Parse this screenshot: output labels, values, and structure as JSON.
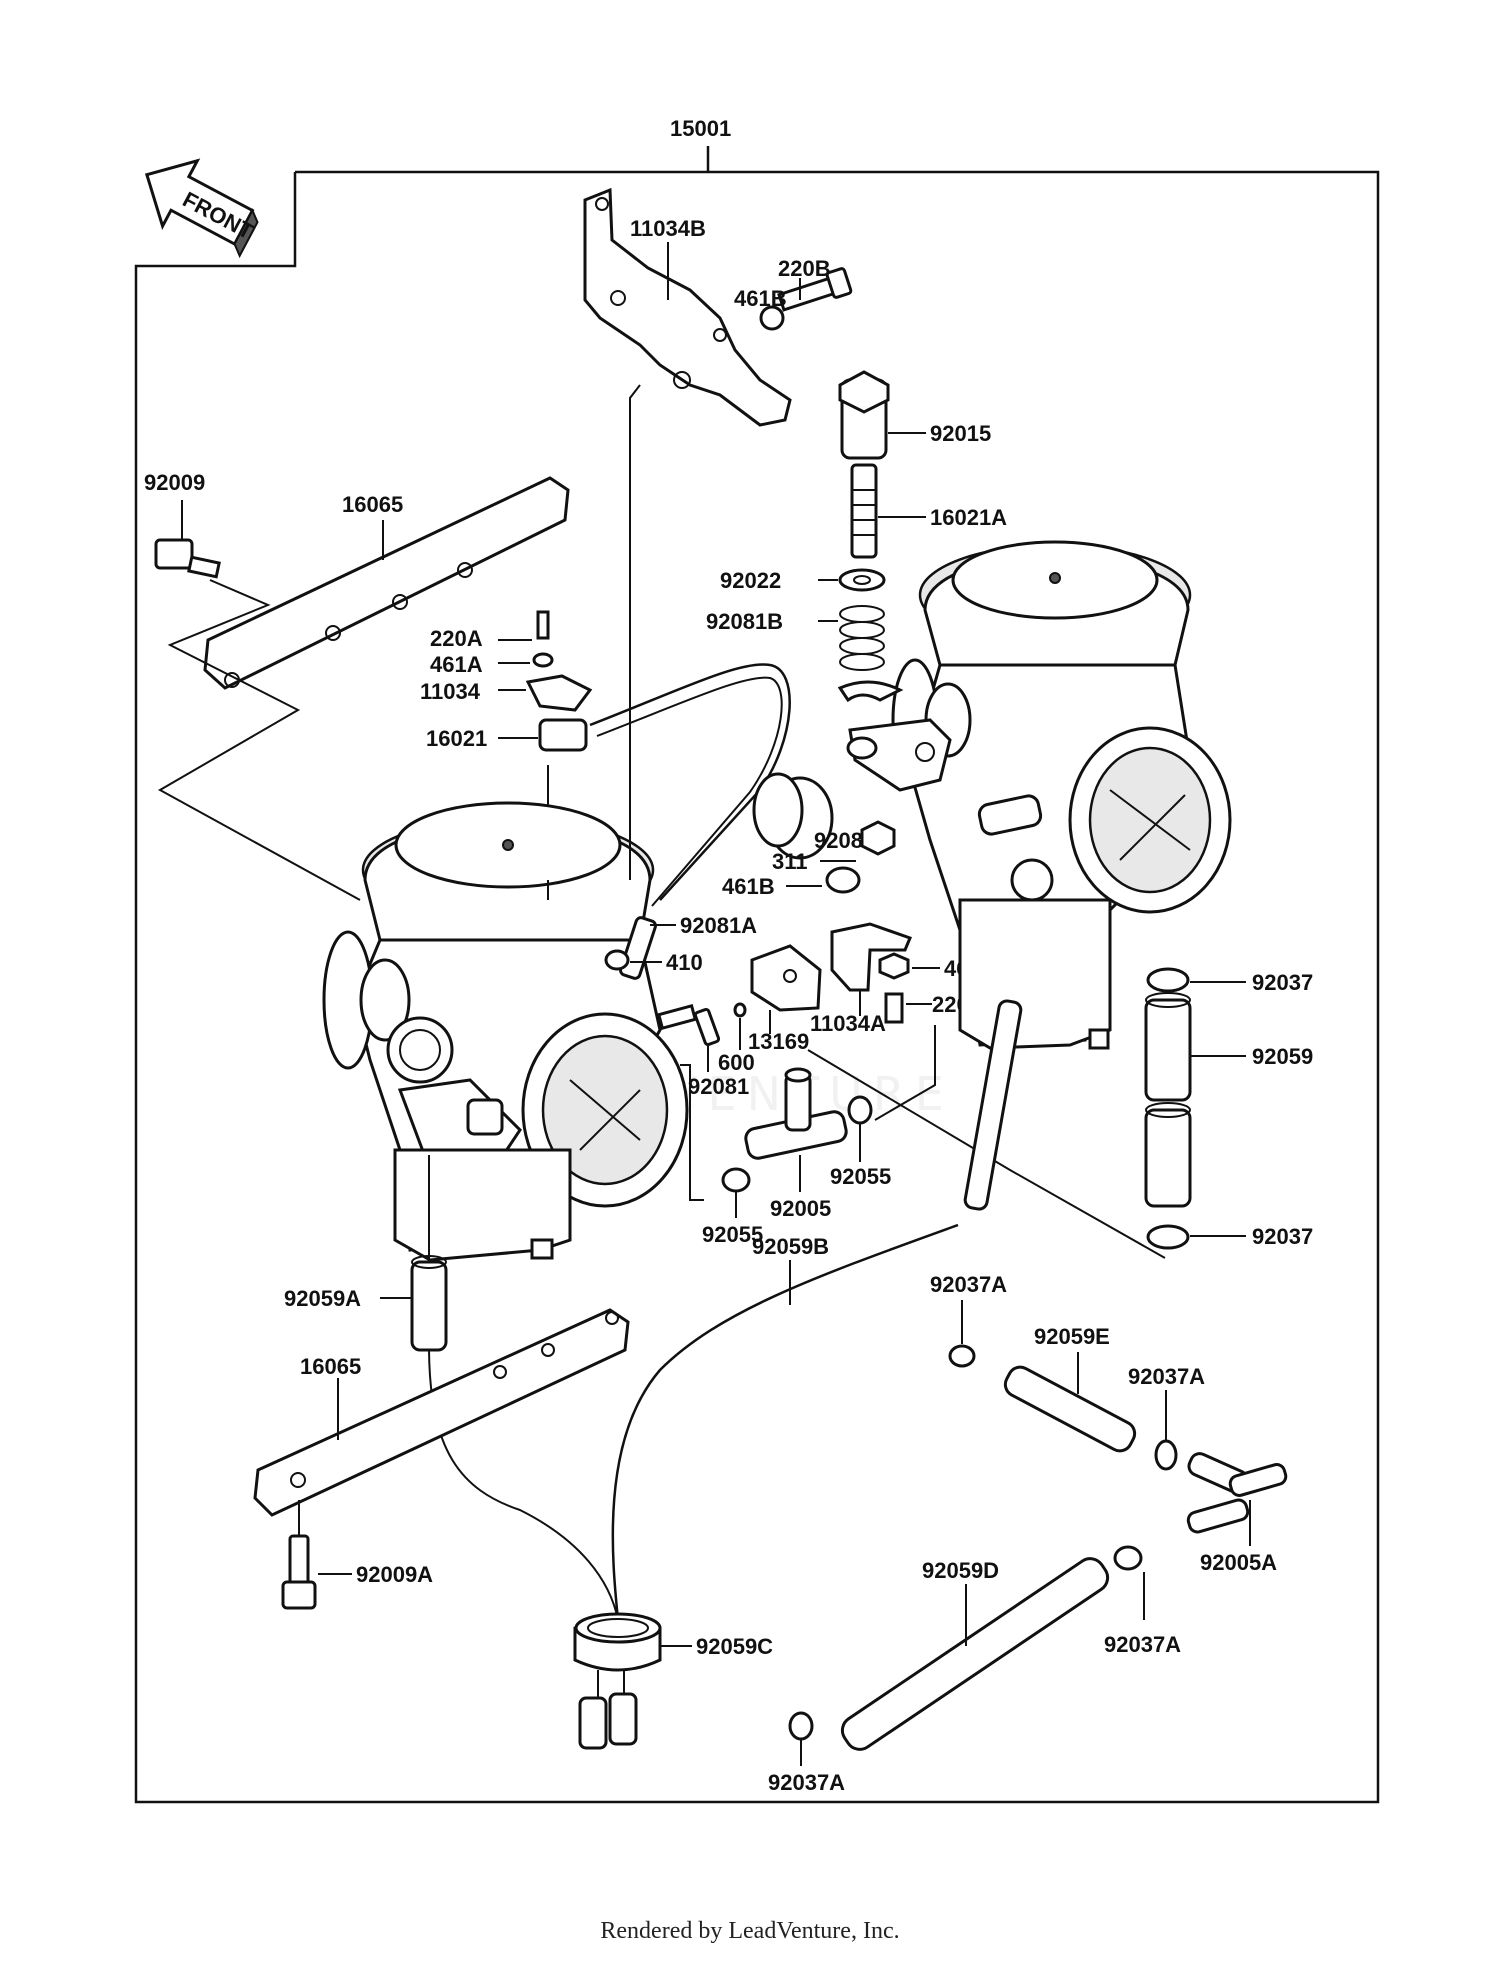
{
  "diagram": {
    "assembly_number": "15001",
    "front_label": "FRONT",
    "watermark": "ADVENTURE",
    "labels": {
      "l11034B": "11034B",
      "l220B": "220B",
      "l461B_top": "461B",
      "l92015": "92015",
      "l92009": "92009",
      "l16065_top": "16065",
      "l16021A": "16021A",
      "l92022": "92022",
      "l92081B": "92081B",
      "l220A": "220A",
      "l461A": "461A",
      "l11034": "11034",
      "l16021": "16021",
      "l92081C": "92081C",
      "l311": "311",
      "l461B_mid": "461B",
      "l92081A": "92081A",
      "l410": "410",
      "l461": "461",
      "l220": "220",
      "l13169": "13169",
      "l11034A": "11034A",
      "l600": "600",
      "l92081": "92081",
      "l92037_top": "92037",
      "l92059": "92059",
      "l92055_right": "92055",
      "l92005": "92005",
      "l92055_left": "92055",
      "l92037_mid": "92037",
      "l92059B": "92059B",
      "l92059A": "92059A",
      "l92037A_top": "92037A",
      "l92059E": "92059E",
      "l16065_bottom": "16065",
      "l92037A_mid": "92037A",
      "l92005A": "92005A",
      "l92059D": "92059D",
      "l92009A": "92009A",
      "l92059C": "92059C",
      "l92037A_right": "92037A",
      "l92037A_bottom": "92037A"
    }
  },
  "footer": {
    "text": "Rendered by LeadVenture, Inc."
  }
}
